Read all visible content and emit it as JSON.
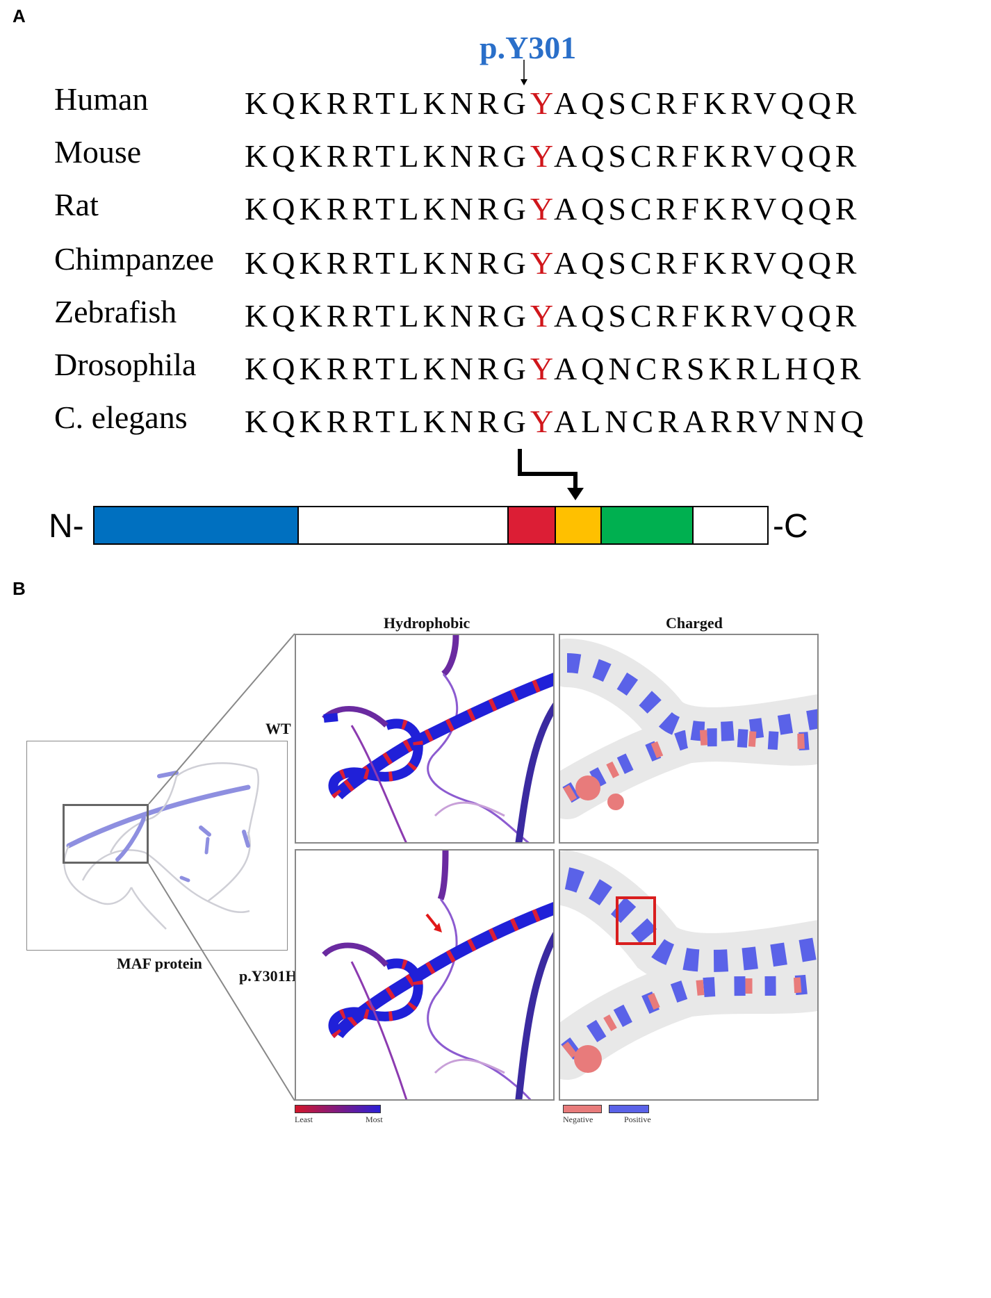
{
  "panel_a": {
    "letter": "A",
    "mutation_label": "p.Y301",
    "alignment": [
      {
        "species": "Human",
        "pre": "KQKRRTLKNRG",
        "site": "Y",
        "post": "AQSCRFKRVQQR"
      },
      {
        "species": "Mouse",
        "pre": "KQKRRTLKNRG",
        "site": "Y",
        "post": "AQSCRFKRVQQR"
      },
      {
        "species": "Rat",
        "pre": "KQKRRTLKNRG",
        "site": "Y",
        "post": "AQSCRFKRVQQR"
      },
      {
        "species": "Chimpanzee",
        "pre": "KQKRRTLKNRG",
        "site": "Y",
        "post": "AQSCRFKRVQQR"
      },
      {
        "species": "Zebrafish",
        "pre": "KQKRRTLKNRG",
        "site": "Y",
        "post": "AQSCRFKRVQQR"
      },
      {
        "species": "Drosophila",
        "pre": "KQKRRTLKNRG",
        "site": "Y",
        "post": "AQNCRSKRLHQR"
      },
      {
        "species": "C. elegans",
        "pre": "KQKRRTLKNRG",
        "site": "Y",
        "post": "ALNCRARRVNNQ"
      }
    ],
    "domain_bar": {
      "n_label": "N-",
      "c_label": "-C",
      "colors": {
        "blue": "#0070c0",
        "red": "#dc1e35",
        "orange": "#ffc000",
        "green": "#00b050",
        "empty": "#ffffff"
      }
    }
  },
  "panel_b": {
    "letter": "B",
    "col_hydrophobic": "Hydrophobic",
    "col_charged": "Charged",
    "row_wt": "WT",
    "row_mut": "p.Y301H",
    "overview_label": "MAF protein",
    "legend_hydro": {
      "least": "Least",
      "most": "Most"
    },
    "legend_charge": {
      "negative": "Negative",
      "positive": "Positive"
    },
    "colors": {
      "hydro_low": "#d2162b",
      "hydro_high": "#2b1fd6",
      "neg": "#e87b7b",
      "pos": "#5a62e8",
      "neutral": "#e8e8e8",
      "highlight": "#d91e1e"
    }
  }
}
